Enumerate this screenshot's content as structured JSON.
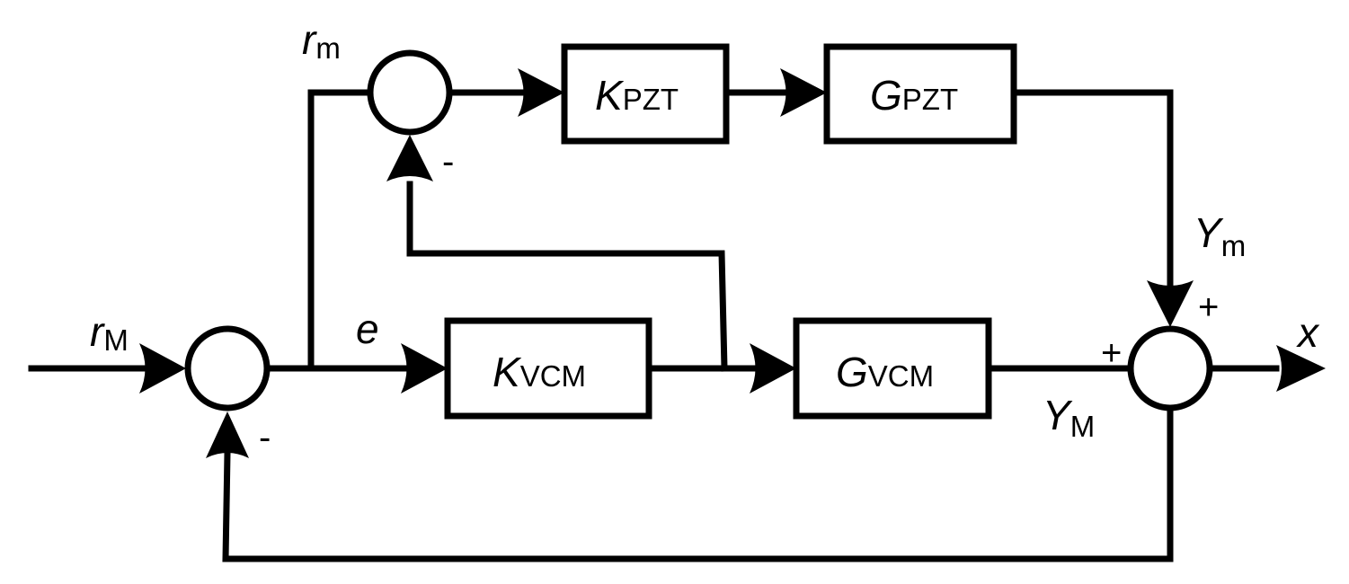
{
  "diagram": {
    "title": "Dual-stage servo control block diagram",
    "blocks": {
      "k_pzt": {
        "main": "K",
        "sub": "PZT"
      },
      "g_pzt": {
        "main": "G",
        "sub": "PZT"
      },
      "k_vcm": {
        "main": "K",
        "sub": "VCM"
      },
      "g_vcm": {
        "main": "G",
        "sub": "VCM"
      }
    },
    "signals": {
      "r_M": {
        "main": "r",
        "sub": "M"
      },
      "r_m": {
        "main": "r",
        "sub": "m"
      },
      "e": {
        "main": "e"
      },
      "Y_m": {
        "main": "Y",
        "sub": "m"
      },
      "Y_M": {
        "main": "Y",
        "sub": "M"
      },
      "x": {
        "main": "x"
      }
    },
    "signs": {
      "sum1_feedback": "-",
      "sum2_feedback": "-",
      "sum3_top": "+",
      "sum3_left": "+"
    },
    "colors": {
      "stroke": "#000000",
      "background": "#ffffff"
    }
  }
}
